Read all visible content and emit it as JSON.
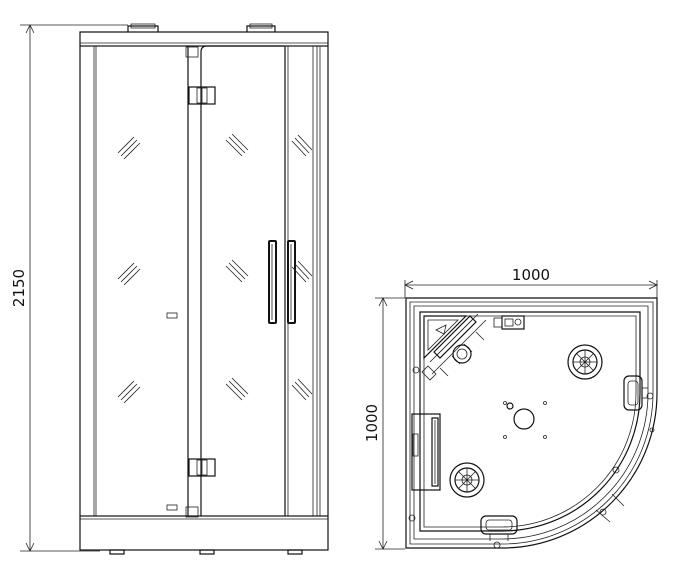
{
  "front_view": {
    "height_label": "2150"
  },
  "plan_view": {
    "width_label": "1000",
    "depth_label": "1000"
  },
  "style": {
    "line_color": "#111111",
    "background": "#ffffff"
  }
}
